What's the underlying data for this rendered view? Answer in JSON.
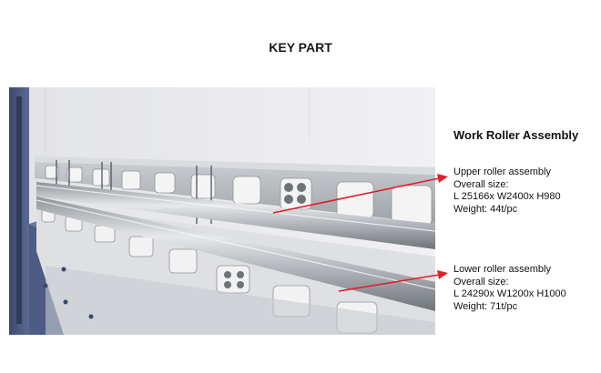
{
  "page": {
    "title": "KEY PART"
  },
  "section": {
    "heading": "Work Roller Assembly"
  },
  "upper_assembly": {
    "name": "Upper roller assembly",
    "size_label": "Overall size:",
    "size": "L 25166x W2400x H980",
    "weight": "Weight: 44t/pc"
  },
  "lower_assembly": {
    "name": "Lower roller assembly",
    "size_label": "Overall size:",
    "size": "L 24290x W1200x H1000",
    "weight": "Weight: 71t/pc"
  },
  "colors": {
    "callout_arrow": "#e0202a",
    "frame_blue": "#4a5a80",
    "roller_steel": "#b9bdc2",
    "background_wall": "#ececee"
  },
  "icons": {
    "photo": "roller-assembly-rendering"
  }
}
